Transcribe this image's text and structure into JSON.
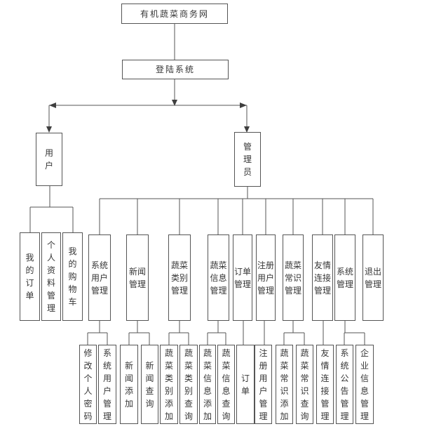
{
  "diagram": {
    "title": "有机蔬菜商务网",
    "login": "登陆系统",
    "user_branch": {
      "label": "用户",
      "children": [
        "我的订单",
        "个人资料管理",
        "我的购物车"
      ]
    },
    "admin_branch": {
      "label": "管理员",
      "children": [
        "系统用户管理",
        "新闻管理",
        "蔬菜类别管理",
        "蔬菜信息管理",
        "订单管理",
        "注册用户管理",
        "蔬菜常识管理",
        "友情连接管理",
        "系统管理",
        "退出管理"
      ]
    },
    "leaves": [
      "修改个人密码",
      "系统用户管理",
      "新闻添加",
      "新闻查询",
      "蔬菜类别添加",
      "蔬菜类别查询",
      "蔬菜信息添加",
      "蔬菜信息查询",
      "订单",
      "注册用户管理",
      "蔬菜常识 添加",
      "蔬菜常识 查询",
      "友情连接管理",
      "系统公告管理",
      "企业信息管理"
    ]
  },
  "colors": {
    "background": "#ffffff",
    "line": "#565656",
    "box_border": "#555555",
    "text": "#363636"
  }
}
